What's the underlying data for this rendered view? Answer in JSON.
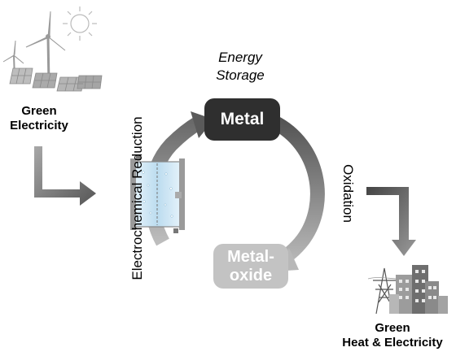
{
  "source": {
    "line1": "Green",
    "line2": "Electricity"
  },
  "storage": {
    "line1": "Energy",
    "line2": "Storage"
  },
  "metal": {
    "label": "Metal"
  },
  "oxide": {
    "line1": "Metal-",
    "line2": "oxide"
  },
  "process": {
    "oxidation": "Oxidation",
    "reduction": "Electrochemical Reduction"
  },
  "target": {
    "line1": "Green",
    "line2": "Heat & Electricity"
  },
  "icons": [
    "sun-icon",
    "wind-turbine-icon",
    "solar-panel-icon",
    "electrochemical-cell-icon",
    "power-pylon-icon",
    "city-buildings-icon"
  ],
  "colors": {
    "metal": "#2f2f2f",
    "oxide": "#c3c3c3",
    "arrow_dark": "#555555",
    "arrow_light": "#bdbdbd",
    "cell_blue": "#cfe8f5"
  }
}
